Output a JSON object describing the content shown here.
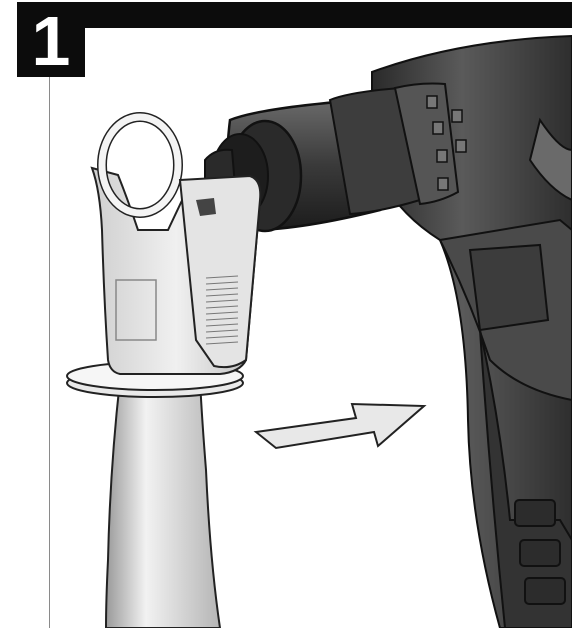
{
  "step": {
    "number": "1"
  },
  "illustration": {
    "subject": "side-handle-mounting-on-hammer-drill",
    "parts": [
      "auxiliary-handle",
      "drill-body",
      "insert-arrow"
    ]
  },
  "colors": {
    "frame": "#0c0c0c",
    "rule": "#8a8a8a",
    "drill_dark": "#3a3a3a",
    "handle_light": "#d9d9d9",
    "arrow": "#e6e6e6"
  }
}
